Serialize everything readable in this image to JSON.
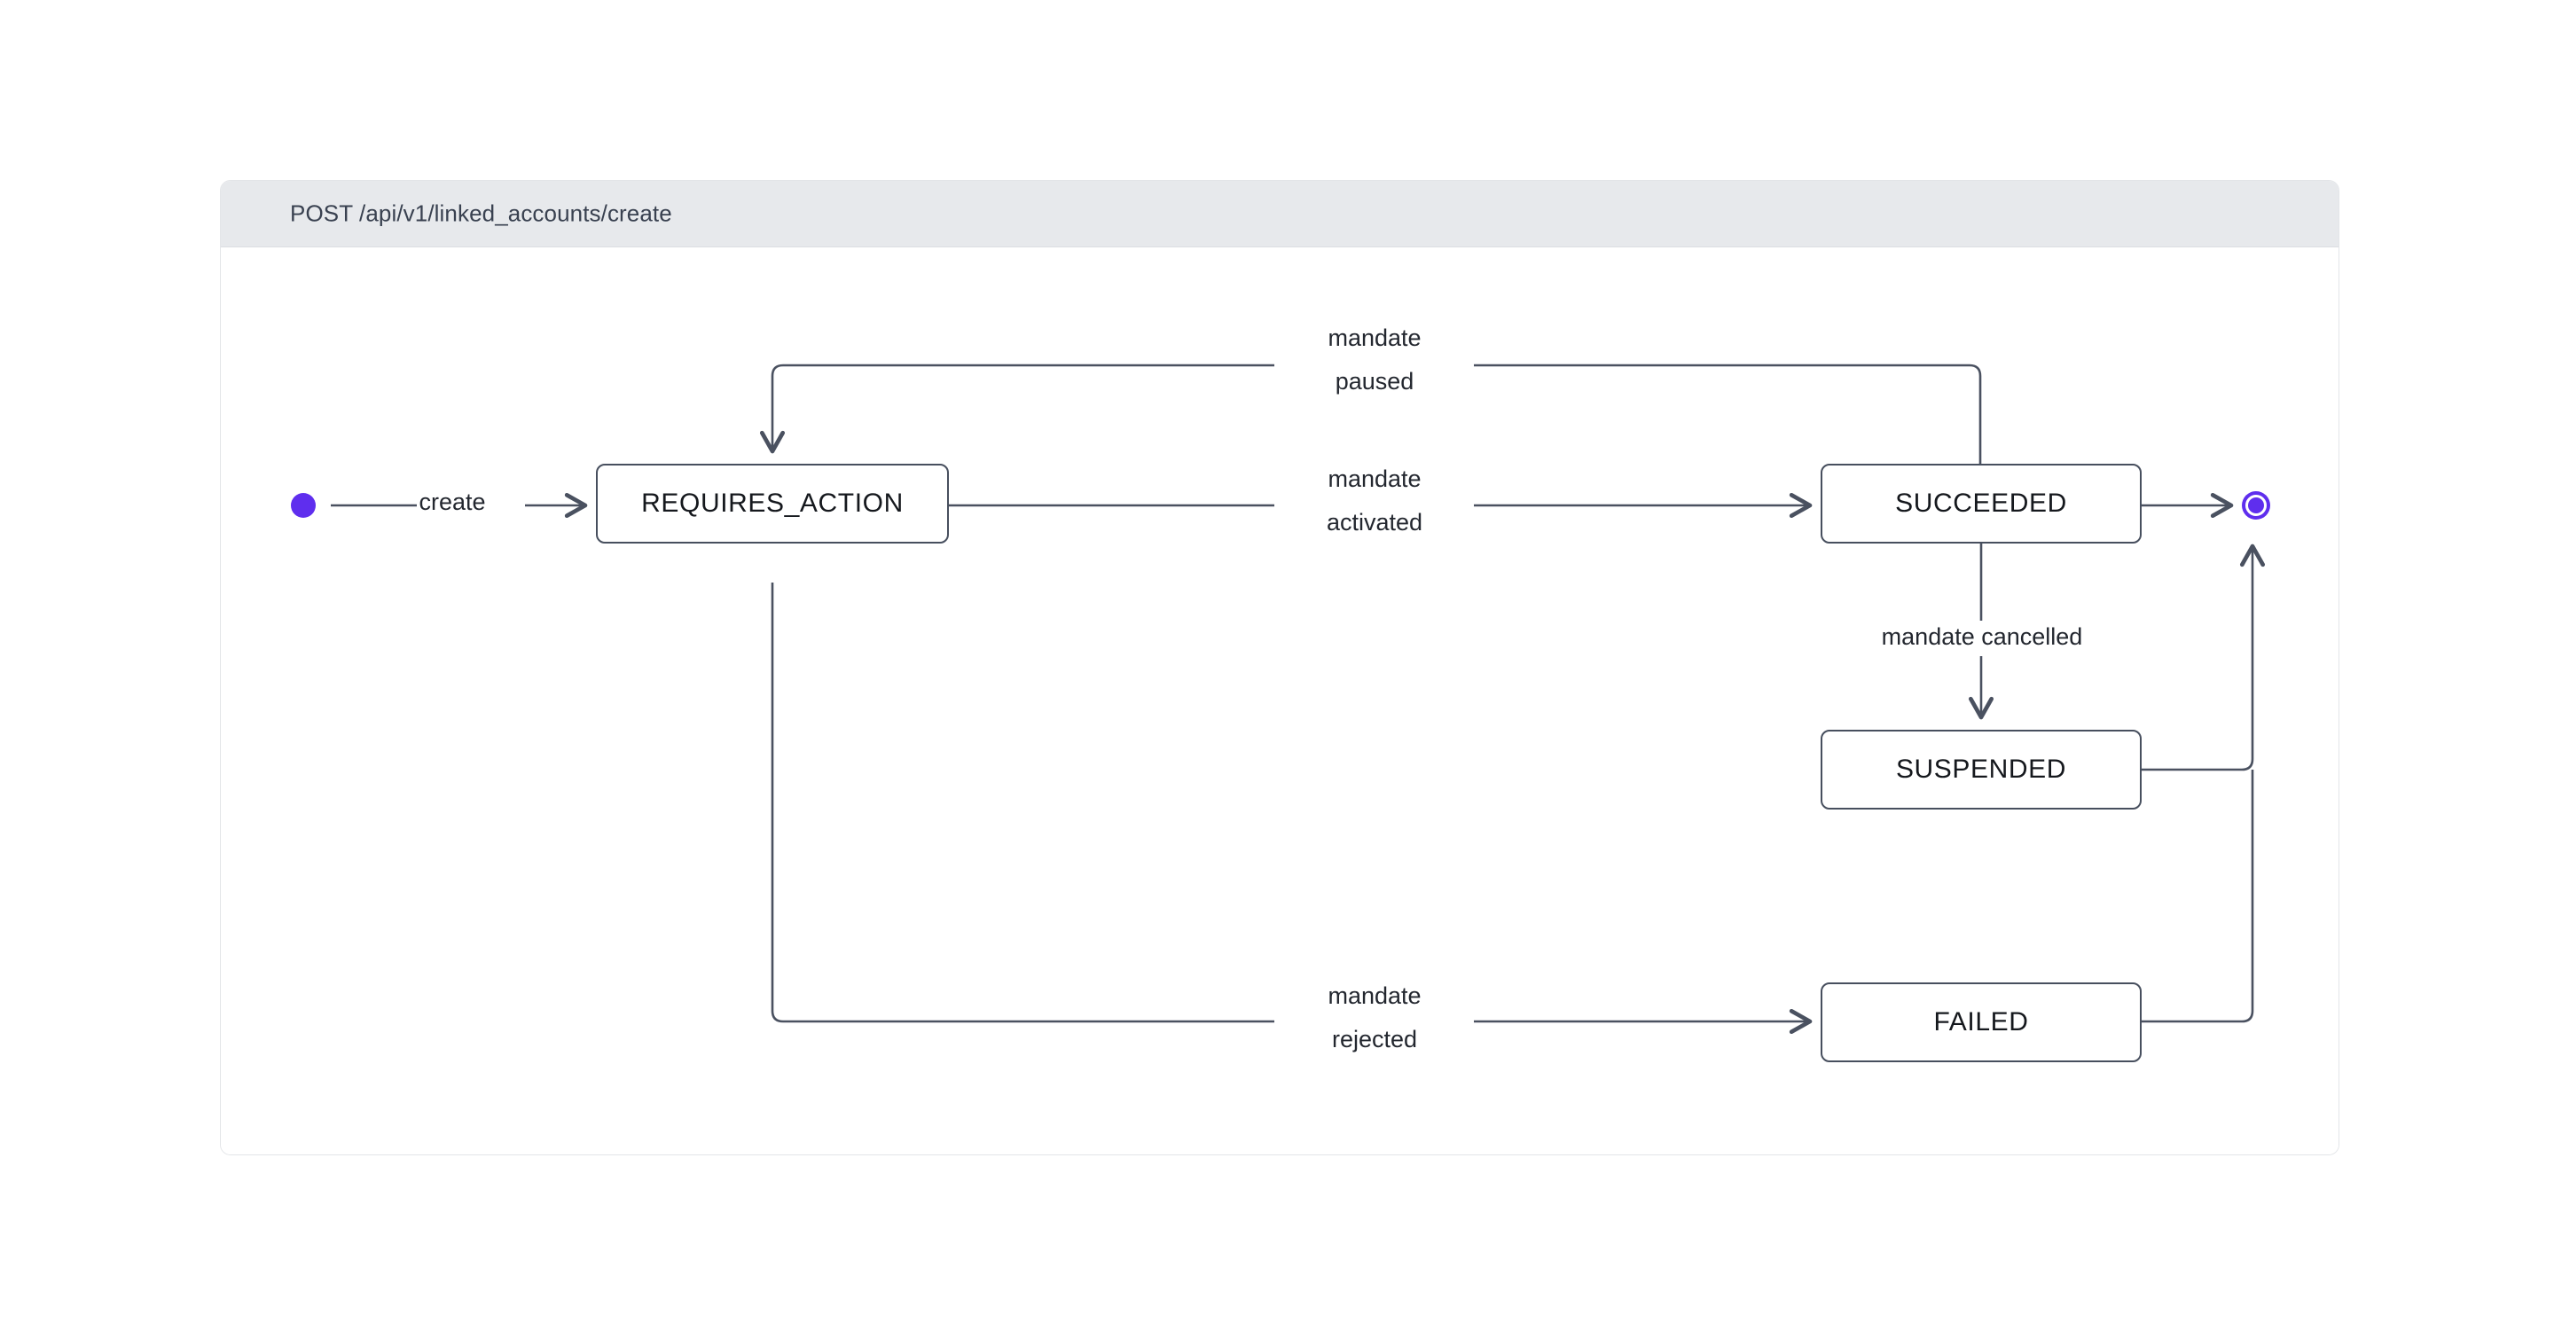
{
  "card": {
    "header_title": "POST /api/v1/linked_accounts/create",
    "header_bg": "#E7E9EC",
    "body_bg": "#ffffff",
    "border_color": "#E3E5E8"
  },
  "theme": {
    "accent": "#5F2EEE",
    "line_color": "#4A5160",
    "state_border": "#474F5E",
    "state_text": "#15181D",
    "label_text": "#23272F"
  },
  "diagram": {
    "type": "state-machine",
    "start_node": {
      "name": "start",
      "shape": "filled-circle",
      "color": "#5F2EEE"
    },
    "end_node": {
      "name": "end",
      "shape": "circle-with-ring",
      "color": "#5F2EEE"
    },
    "states": [
      {
        "id": "requires_action",
        "label": "REQUIRES_ACTION"
      },
      {
        "id": "succeeded",
        "label": "SUCCEEDED"
      },
      {
        "id": "suspended",
        "label": "SUSPENDED"
      },
      {
        "id": "failed",
        "label": "FAILED"
      }
    ],
    "transitions": [
      {
        "id": "create",
        "from": "start",
        "to": "requires_action",
        "label_lines": [
          "create"
        ]
      },
      {
        "id": "mandate_activated",
        "from": "requires_action",
        "to": "succeeded",
        "label_lines": [
          "mandate",
          "activated"
        ]
      },
      {
        "id": "mandate_paused",
        "from": "succeeded",
        "to": "requires_action",
        "label_lines": [
          "mandate",
          "paused"
        ]
      },
      {
        "id": "mandate_cancelled",
        "from": "succeeded",
        "to": "suspended",
        "label_lines": [
          "mandate cancelled"
        ]
      },
      {
        "id": "mandate_rejected",
        "from": "requires_action",
        "to": "failed",
        "label_lines": [
          "mandate",
          "rejected"
        ]
      },
      {
        "id": "succeeded_to_end",
        "from": "succeeded",
        "to": "end",
        "label_lines": []
      },
      {
        "id": "suspended_to_end",
        "from": "suspended",
        "to": "end",
        "label_lines": []
      },
      {
        "id": "failed_to_end",
        "from": "failed",
        "to": "end",
        "label_lines": []
      }
    ]
  },
  "labels": {
    "create": "create",
    "activated_top": "mandate",
    "activated_bottom": "activated",
    "paused_top": "mandate",
    "paused_bottom": "paused",
    "cancelled": "mandate cancelled",
    "rejected_top": "mandate",
    "rejected_bottom": "rejected"
  }
}
